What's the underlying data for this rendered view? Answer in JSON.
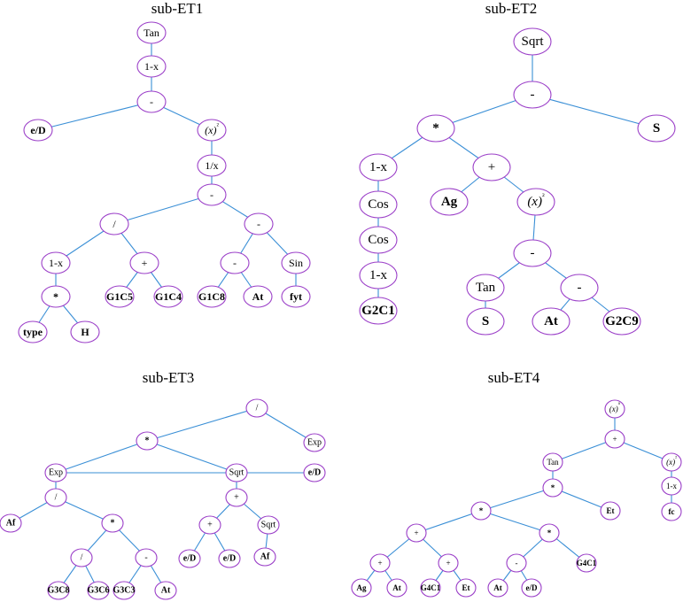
{
  "trees": [
    {
      "title": "sub-ET1",
      "nodes": [
        {
          "label": "Tan",
          "bold": false
        },
        {
          "label": "1-x",
          "bold": false
        },
        {
          "label": "-",
          "bold": false
        },
        {
          "label": "e/D",
          "bold": true
        },
        {
          "label": "(x)²",
          "bold": false,
          "italic": true
        },
        {
          "label": "1/x",
          "bold": false
        },
        {
          "label": "-",
          "bold": false
        },
        {
          "label": "/",
          "bold": false
        },
        {
          "label": "-",
          "bold": false
        },
        {
          "label": "1-x",
          "bold": false
        },
        {
          "label": "+",
          "bold": false
        },
        {
          "label": "-",
          "bold": false
        },
        {
          "label": "Sin",
          "bold": false
        },
        {
          "label": "*",
          "bold": true
        },
        {
          "label": "G1C5",
          "bold": true
        },
        {
          "label": "G1C4",
          "bold": true
        },
        {
          "label": "G1C8",
          "bold": true
        },
        {
          "label": "At",
          "bold": true
        },
        {
          "label": "fyt",
          "bold": true
        },
        {
          "label": "type",
          "bold": true
        },
        {
          "label": "H",
          "bold": true
        }
      ]
    },
    {
      "title": "sub-ET2",
      "nodes": [
        {
          "label": "Sqrt",
          "bold": false
        },
        {
          "label": "-",
          "bold": false
        },
        {
          "label": "*",
          "bold": true
        },
        {
          "label": "S",
          "bold": true
        },
        {
          "label": "1-x",
          "bold": false
        },
        {
          "label": "+",
          "bold": false
        },
        {
          "label": "Cos",
          "bold": false
        },
        {
          "label": "Ag",
          "bold": true
        },
        {
          "label": "(x)²",
          "bold": false,
          "italic": true
        },
        {
          "label": "Cos",
          "bold": false
        },
        {
          "label": "-",
          "bold": false
        },
        {
          "label": "1-x",
          "bold": false
        },
        {
          "label": "Tan",
          "bold": false
        },
        {
          "label": "-",
          "bold": false
        },
        {
          "label": "G2C1",
          "bold": true
        },
        {
          "label": "S",
          "bold": true
        },
        {
          "label": "At",
          "bold": true
        },
        {
          "label": "G2C9",
          "bold": true
        }
      ]
    },
    {
      "title": "sub-ET3",
      "nodes": [
        {
          "label": "/",
          "bold": false
        },
        {
          "label": "*",
          "bold": true
        },
        {
          "label": "Exp",
          "bold": false
        },
        {
          "label": "Exp",
          "bold": false
        },
        {
          "label": "Sqrt",
          "bold": false
        },
        {
          "label": "e/D",
          "bold": true
        },
        {
          "label": "/",
          "bold": false
        },
        {
          "label": "+",
          "bold": false
        },
        {
          "label": "Af",
          "bold": true
        },
        {
          "label": "*",
          "bold": true
        },
        {
          "label": "+",
          "bold": false
        },
        {
          "label": "Sqrt",
          "bold": false
        },
        {
          "label": "/",
          "bold": false
        },
        {
          "label": "-",
          "bold": false
        },
        {
          "label": "e/D",
          "bold": true
        },
        {
          "label": "e/D",
          "bold": true
        },
        {
          "label": "Af",
          "bold": true
        },
        {
          "label": "G3C8",
          "bold": true
        },
        {
          "label": "G3C6",
          "bold": true
        },
        {
          "label": "G3C3",
          "bold": true
        },
        {
          "label": "At",
          "bold": true
        }
      ]
    },
    {
      "title": "sub-ET4",
      "nodes": [
        {
          "label": "(x)⁰",
          "bold": false,
          "italic": true
        },
        {
          "label": "+",
          "bold": false
        },
        {
          "label": "Tan",
          "bold": false
        },
        {
          "label": "(x)²",
          "bold": false,
          "italic": true
        },
        {
          "label": "*",
          "bold": true
        },
        {
          "label": "1-x",
          "bold": false
        },
        {
          "label": "*",
          "bold": true
        },
        {
          "label": "Et",
          "bold": true
        },
        {
          "label": "fc",
          "bold": true
        },
        {
          "label": "+",
          "bold": false
        },
        {
          "label": "*",
          "bold": true
        },
        {
          "label": "+",
          "bold": false
        },
        {
          "label": "+",
          "bold": false
        },
        {
          "label": "-",
          "bold": false
        },
        {
          "label": "G4C1",
          "bold": true
        },
        {
          "label": "Ag",
          "bold": true
        },
        {
          "label": "At",
          "bold": true
        },
        {
          "label": "G4C1",
          "bold": true
        },
        {
          "label": "Et",
          "bold": true
        },
        {
          "label": "At",
          "bold": true
        },
        {
          "label": "e/D",
          "bold": true
        }
      ]
    }
  ]
}
